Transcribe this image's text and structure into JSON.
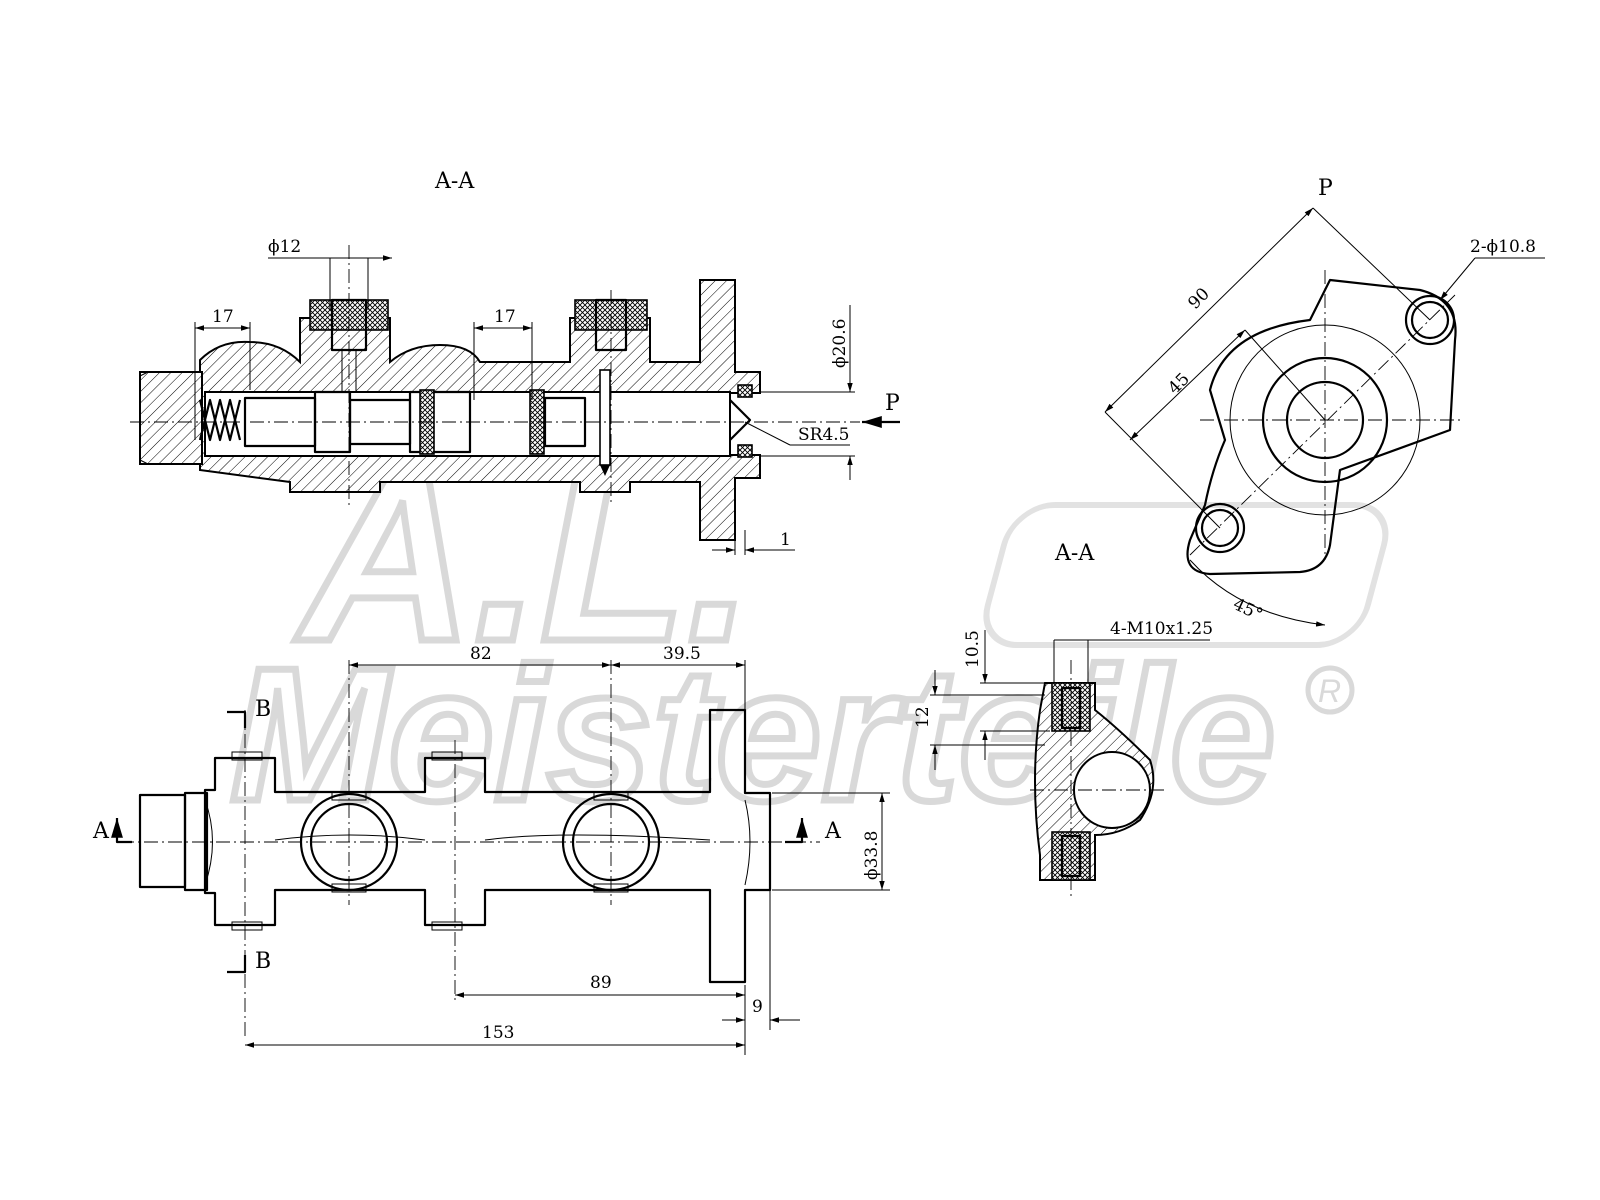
{
  "watermark": {
    "logo_text": "A.L.",
    "brand_text": "Meisterteile",
    "registered_mark": "R"
  },
  "section_view": {
    "title": "A-A",
    "dims": {
      "inlet_diameter": "ϕ12",
      "left_offset": "17",
      "mid_offset": "17",
      "bore_diameter": "ϕ20.6",
      "sphere_radius": "SR4.5",
      "flange_gap": "1"
    },
    "view_arrow": "P"
  },
  "flange_view": {
    "title": "P",
    "dims": {
      "holes": "2-ϕ10.8",
      "hole_spacing": "90",
      "half_spacing": "45",
      "angle": "45°"
    }
  },
  "side_section": {
    "title": "A-A",
    "dims": {
      "thread": "4-M10x1.25",
      "port_depth": "10.5",
      "port_height": "12"
    }
  },
  "top_view": {
    "section_marks": {
      "b_top": "B",
      "b_bottom": "B",
      "a_left": "A",
      "a_right": "A"
    },
    "dims": {
      "port_spacing": "82",
      "flange_offset": "39.5",
      "body_diameter": "ϕ33.8",
      "mount_length": "89",
      "flange_thickness": "9",
      "overall_length": "153"
    }
  }
}
